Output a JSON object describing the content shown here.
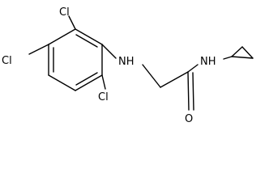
{
  "molecule": {
    "atoms": {
      "cl_top": "Cl",
      "cl_left": "Cl",
      "cl_bottom": "Cl",
      "nh_amine": "NH",
      "nh_amide": "NH",
      "o_carbonyl": "O"
    }
  }
}
